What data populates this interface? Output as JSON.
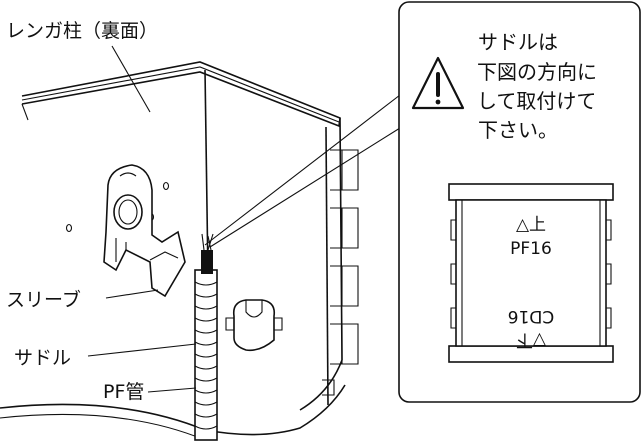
{
  "labels": {
    "brick_column": "レンガ柱（裏面）",
    "sleeve": "スリーブ",
    "saddle": "サドル",
    "pf_pipe": "PF管"
  },
  "callout": {
    "warning_icon": "warning-triangle-icon",
    "note_lines": [
      "サドルは",
      "下図の方向に",
      "して取付けて",
      "下さい。"
    ]
  },
  "saddle_markings": {
    "top_line1": "△上",
    "top_line2": "PF16",
    "bottom_line1": "CD16",
    "bottom_line2": "▽下"
  }
}
